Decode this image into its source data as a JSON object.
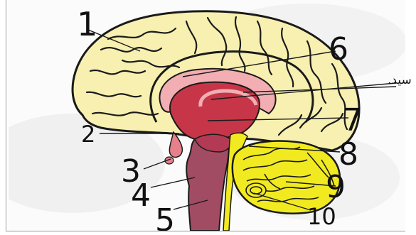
{
  "labels": [
    "1",
    "2",
    "3",
    "4",
    "5",
    "6",
    "7",
    "8",
    "9",
    "10"
  ],
  "side_text": "سید.",
  "colors": {
    "cerebrum": "#f8f0b0",
    "outline": "#1a1a1a",
    "corpus_callosum_outer": "#f2aeb2",
    "thalamus": "#c63648",
    "brainstem": "#a24c64",
    "cerebellum": "#f2ea20",
    "pituitary": "#e6808a"
  }
}
